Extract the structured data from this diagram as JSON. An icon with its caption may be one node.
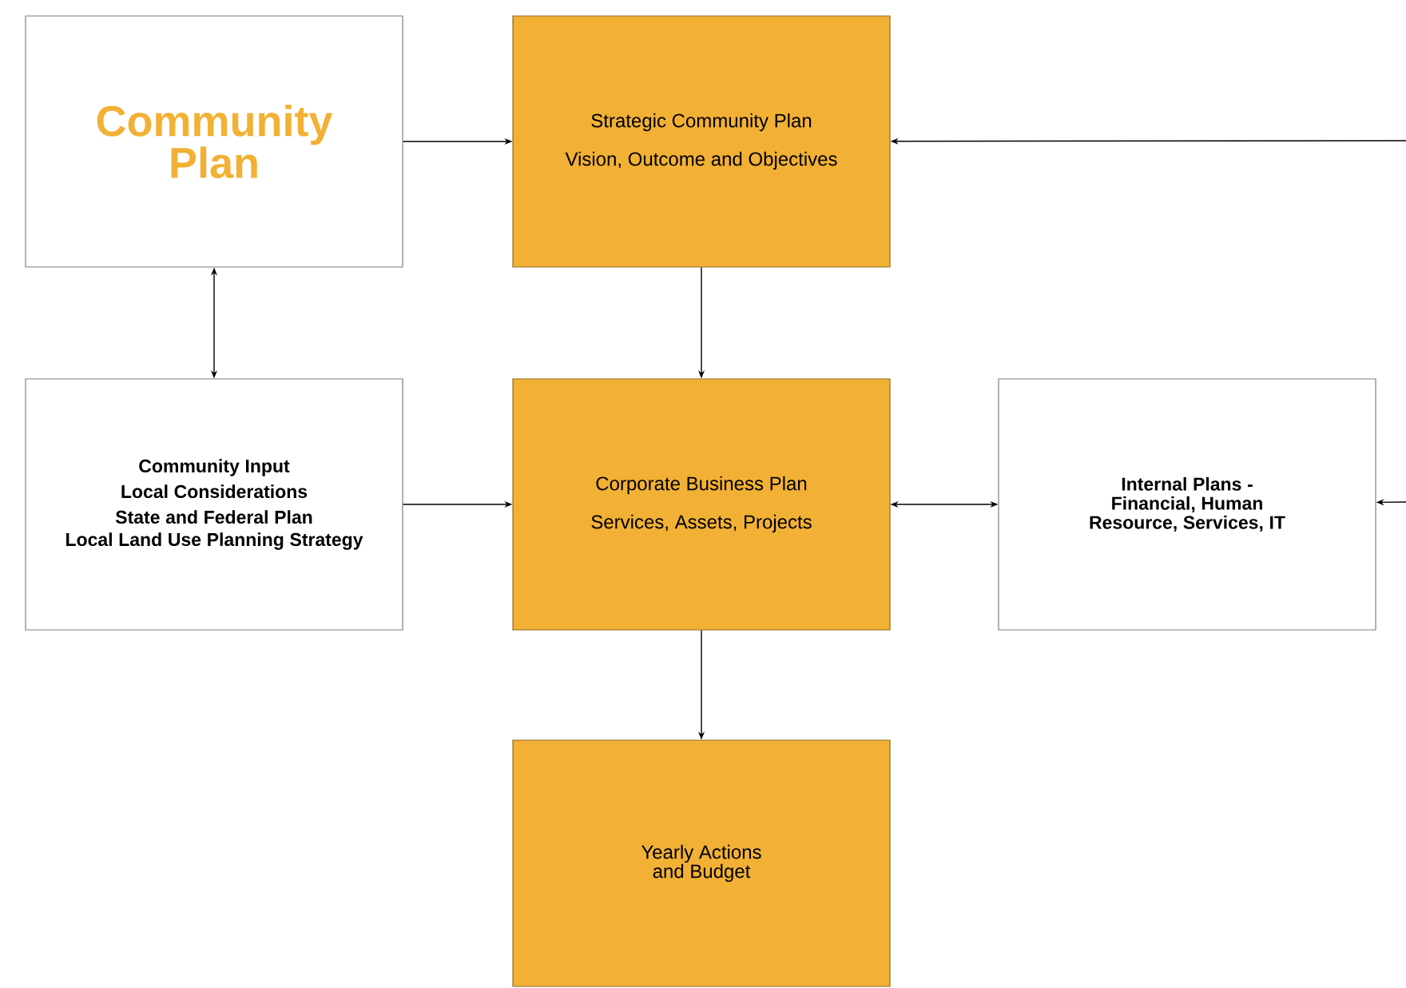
{
  "diagram": {
    "nodes": [
      {
        "text": [
          "Community Plan"
        ]
      },
      {
        "text": [
          "Strategic Community Plan",
          "Vision, Outcome and Objectives"
        ]
      },
      {
        "text": [
          "Community Input",
          "Local Considerations",
          "State and Federal Plan",
          "Local Land Use Planning Strategy"
        ]
      },
      {
        "text": [
          "Corporate Business Plan",
          "Services, Assets, Projects"
        ]
      },
      {
        "text": [
          "Internal Plans - Financial, Human Resource, Services, IT"
        ]
      },
      {
        "text": [
          "Yearly Actions and Budget"
        ]
      }
    ],
    "edges": [
      {
        "from": 0,
        "to": 1,
        "arrow": "to"
      },
      {
        "from": null,
        "to": 1,
        "arrow": "to"
      },
      {
        "from": 0,
        "to": 2,
        "arrow": "both"
      },
      {
        "from": 1,
        "to": 3,
        "arrow": "to"
      },
      {
        "from": 2,
        "to": 3,
        "arrow": "to"
      },
      {
        "from": 3,
        "to": 4,
        "arrow": "both"
      },
      {
        "from": null,
        "to": 4,
        "arrow": "to"
      },
      {
        "from": 3,
        "to": 5,
        "arrow": "to"
      }
    ]
  }
}
